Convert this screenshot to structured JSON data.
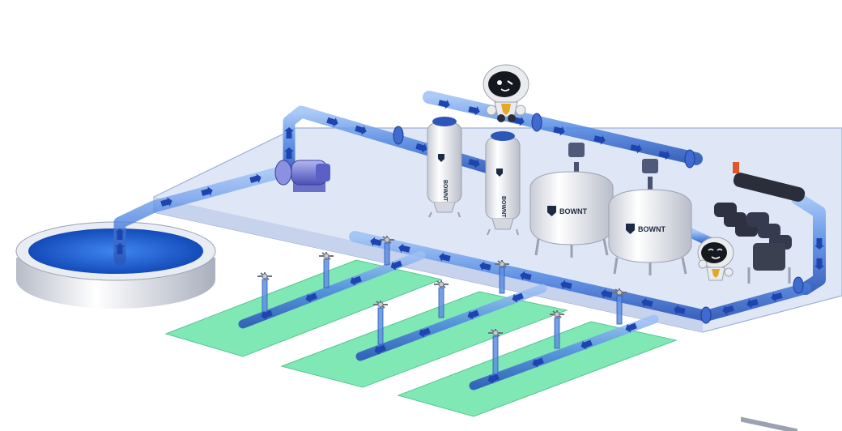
{
  "brand": {
    "name": "BOWNT",
    "tagline": "",
    "logo_name": "bownt-shield-logo"
  },
  "colors": {
    "platform": "#dfe7f7",
    "platform_edge": "#9fb0d6",
    "field": "#7fe8b4",
    "field_edge": "#57c690",
    "pipe": "#5d8fe0",
    "pipe_dark": "#2c57b8",
    "arrow": "#1e44b0",
    "water": "#1c63d9",
    "tank_body": "#f3f4f7",
    "pump": "#7b7fd8"
  },
  "components": [
    "reservoir",
    "pump",
    "hydrocyclone-filter",
    "sand-media-filter",
    "disc-filter-bank",
    "main-pipeline",
    "irrigation-field",
    "sprinkler",
    "mascot"
  ]
}
